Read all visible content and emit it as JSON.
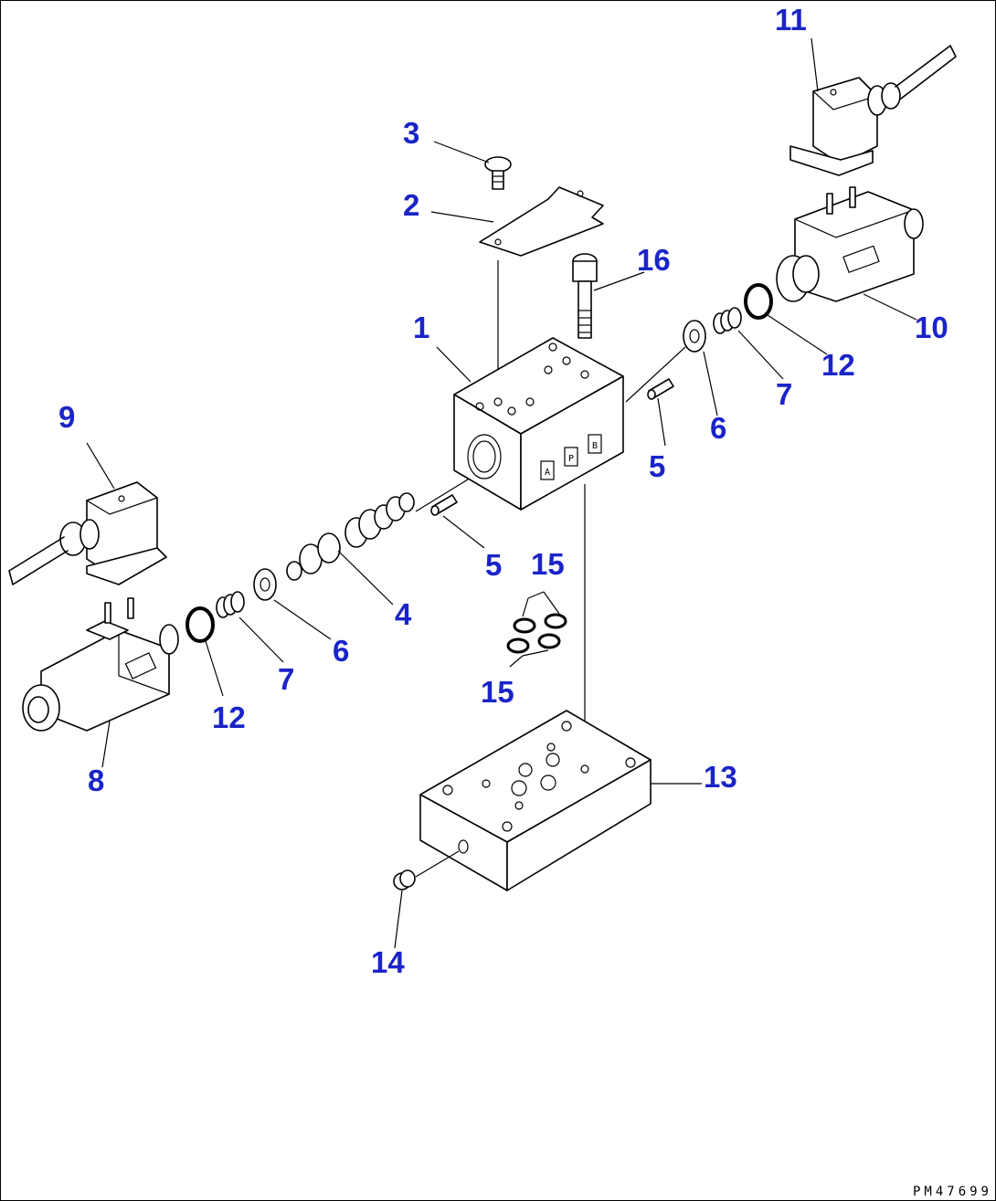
{
  "callouts": {
    "n1": "1",
    "n2": "2",
    "n3": "3",
    "n4": "4",
    "n5a": "5",
    "n5b": "5",
    "n6a": "6",
    "n6b": "6",
    "n7a": "7",
    "n7b": "7",
    "n8": "8",
    "n9": "9",
    "n10": "10",
    "n11": "11",
    "n12a": "12",
    "n12b": "12",
    "n13": "13",
    "n14": "14",
    "n15a": "15",
    "n15b": "15",
    "n16": "16"
  },
  "port_labels": {
    "a": "A",
    "p": "P",
    "b": "B"
  },
  "drawing_code": "PM47699",
  "colors": {
    "callout": "#1a24c8",
    "line": "#000000",
    "background": "#ffffff"
  }
}
